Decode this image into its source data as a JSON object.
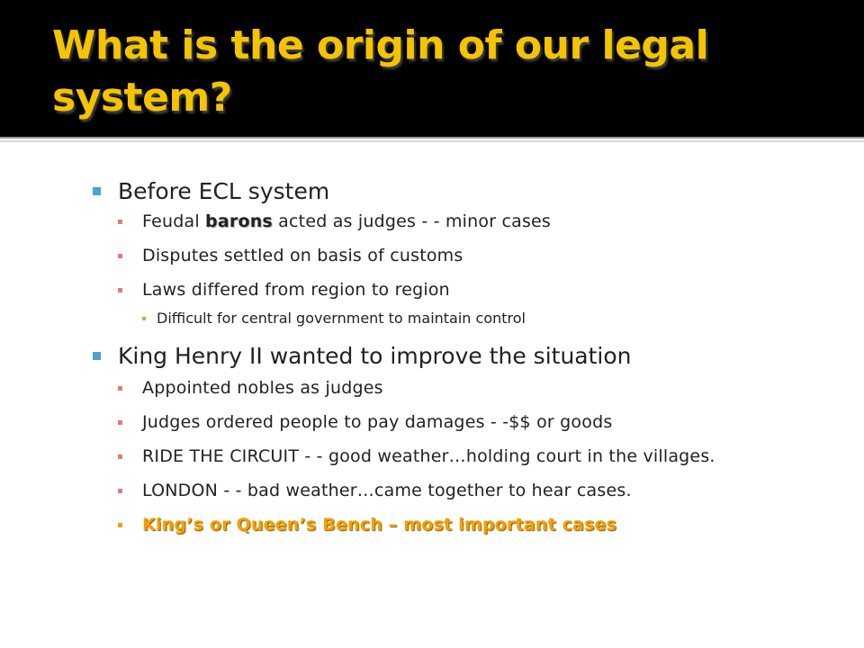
{
  "title": "What is the origin of our legal system?",
  "colors": {
    "title": "#f5c400",
    "bullet_l1": "#4aa3c8",
    "bullet_l2": "#e07b7b",
    "bullet_l3": "#8cc63e",
    "highlight": "#f5a000"
  },
  "sections": [
    {
      "heading": "Before ECL system",
      "items": [
        {
          "pre": "Feudal ",
          "bold": "barons",
          "post": " acted as judges - - minor cases"
        },
        {
          "text": "Disputes settled on basis of customs"
        },
        {
          "text": "Laws differed from region to region",
          "sub": "Difficult for central government to maintain control"
        }
      ]
    },
    {
      "heading": "King Henry II wanted to improve the situation",
      "items": [
        {
          "text": "Appointed nobles as judges"
        },
        {
          "text": "Judges ordered people to pay damages -  -$$ or goods"
        },
        {
          "text": "RIDE THE CIRCUIT - - good weather…holding court in the villages."
        },
        {
          "text": "LONDON - - bad weather…came together to hear cases."
        },
        {
          "text": "King’s or Queen’s Bench – most important cases"
        }
      ]
    }
  ]
}
